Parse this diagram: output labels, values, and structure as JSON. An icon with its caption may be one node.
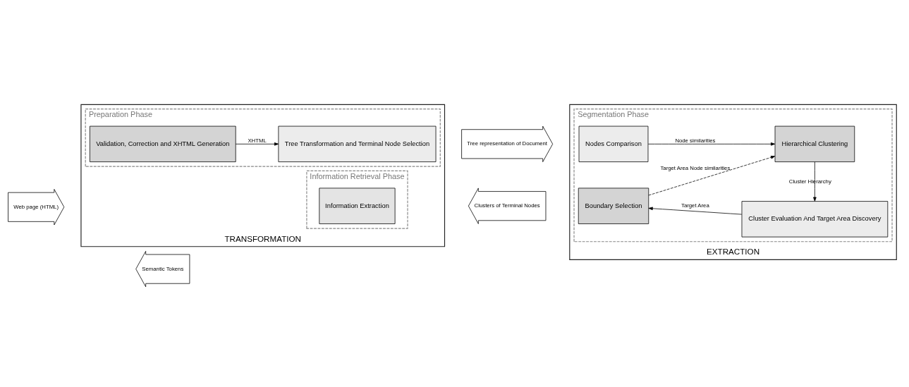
{
  "diagram": {
    "nodes": [
      {
        "text": [
          "TRANSFORMATION"
        ]
      },
      {
        "text": [
          "Preparation Phase"
        ],
        "in": 0
      },
      {
        "text": [
          "Validation, Correction and XHTML Generation"
        ],
        "in": 1
      },
      {
        "text": [
          "Tree Transformation and Terminal Node Selection"
        ],
        "in": 1
      },
      {
        "text": [
          "Information Retrieval Phase"
        ],
        "in": 0
      },
      {
        "text": [
          "Information Extraction"
        ],
        "in": 4
      },
      {
        "text": [
          "EXTRACTION"
        ]
      },
      {
        "text": [
          "Segmentation Phase"
        ],
        "in": 6
      },
      {
        "text": [
          "Nodes Comparison"
        ],
        "in": 7
      },
      {
        "text": [
          "Hierarchical Clustering"
        ],
        "in": 7
      },
      {
        "text": [
          "Boundary Selection"
        ],
        "in": 7
      },
      {
        "text": [
          "Cluster Evaluation And Target Area Discovery"
        ],
        "in": 7
      },
      {
        "text": [
          "Web page (HTML)"
        ]
      },
      {
        "text": [
          "Tree representation of Document"
        ]
      },
      {
        "text": [
          "Clusters of Terminal Nodes"
        ]
      },
      {
        "text": [
          "Semantic Tokens"
        ]
      }
    ],
    "edges": [
      {
        "from": 2,
        "to": 3,
        "arrow": "to",
        "label": "XHTML"
      },
      {
        "from": 8,
        "to": 9,
        "arrow": "to",
        "label": "Node similarities"
      },
      {
        "from": 9,
        "to": 11,
        "arrow": "to",
        "label": "Cluster Hierarchy"
      },
      {
        "from": 11,
        "to": 10,
        "arrow": "to",
        "label": "Target Area"
      },
      {
        "from": 10,
        "to": 9,
        "arrow": "to",
        "label": "Target Area Node similarities",
        "style": "dashed"
      }
    ]
  }
}
